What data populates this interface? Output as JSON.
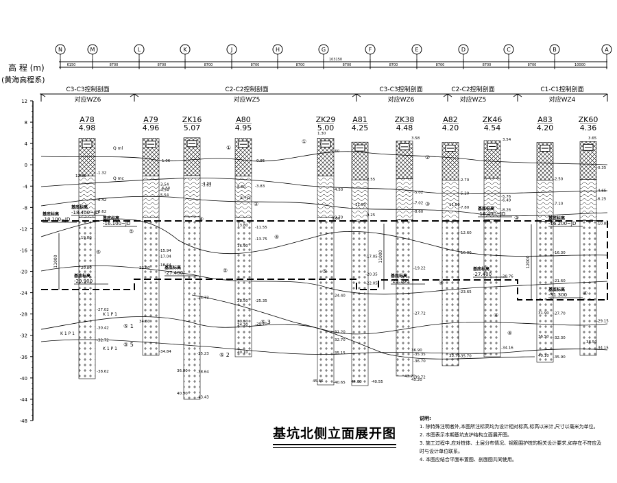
{
  "axis": {
    "title_line1": "高 程 (m)",
    "title_line2": "(黄海高程系)",
    "ticks": [
      "12",
      "8",
      "4",
      "0",
      "-4",
      "-8",
      "-12",
      "-16",
      "-20",
      "-24",
      "-28",
      "-32",
      "-36",
      "-40",
      "-44",
      "-48"
    ],
    "tick_values": [
      12,
      8,
      4,
      0,
      -4,
      -8,
      -12,
      -16,
      -20,
      -24,
      -28,
      -32,
      -36,
      -40,
      -44,
      -48
    ]
  },
  "grid_lines": [
    "N",
    "M",
    "L",
    "K",
    "J",
    "H",
    "G",
    "F",
    "E",
    "D",
    "C",
    "B",
    "A"
  ],
  "dimensions": {
    "total": "103150",
    "segments": [
      "6150",
      "8700",
      "8700",
      "8700",
      "8700",
      "8700",
      "8700",
      "8700",
      "8700",
      "8700",
      "8700",
      "10000"
    ]
  },
  "sections": [
    {
      "name": "C3-C3控制剖面",
      "sub": "对应WZ6"
    },
    {
      "name": "C2-C2控制剖面",
      "sub": "对应WZ5"
    },
    {
      "name": "C3-C3控制剖面",
      "sub": "对应WZ6"
    },
    {
      "name": "C2-C2控制剖面",
      "sub": "对应WZ5"
    },
    {
      "name": "C1-C1控制剖面",
      "sub": "对应WZ4"
    }
  ],
  "boreholes": [
    {
      "id": "A78",
      "elev": "4.98"
    },
    {
      "id": "A79",
      "elev": "4.96"
    },
    {
      "id": "ZK16",
      "elev": "5.07"
    },
    {
      "id": "A80",
      "elev": "4.95"
    },
    {
      "id": "ZK29",
      "elev": "5.00"
    },
    {
      "id": "A81",
      "elev": "4.25"
    },
    {
      "id": "ZK38",
      "elev": "4.48"
    },
    {
      "id": "A82",
      "elev": "4.20"
    },
    {
      "id": "ZK46",
      "elev": "4.54"
    },
    {
      "id": "A83",
      "elev": "4.20"
    },
    {
      "id": "ZK60",
      "elev": "4.36"
    }
  ],
  "pit_labels": [
    {
      "label": "基底标高",
      "value": "-18.100~JD"
    },
    {
      "label": "基底标高",
      "value": "-18.400~JD"
    },
    {
      "label": "基底标高",
      "value": "-16.400~JD"
    },
    {
      "label": "基底标高",
      "value": "-29.900"
    },
    {
      "label": "基底标高",
      "value": "-27.400"
    },
    {
      "label": "基底标高",
      "value": "-29.100"
    },
    {
      "label": "基底标高",
      "value": "-16.100~JD"
    },
    {
      "label": "基底标高",
      "value": "-27.400"
    },
    {
      "label": "基底标高",
      "value": "-16.200~JD"
    },
    {
      "label": "基底标高",
      "value": "-31.300"
    }
  ],
  "depth_dims": [
    "11000",
    "11000",
    "12000"
  ],
  "layer_marks": [
    "①",
    "②",
    "③",
    "④",
    "⑤",
    "⑤ 1",
    "⑤ 2",
    "⑤ 3",
    "⑤ 4",
    "⑤ 5"
  ],
  "layer_codes": [
    "Q ml",
    "Q mc",
    "al+pl",
    "K 1 P 1"
  ],
  "depth_values": [
    "-1.32",
    "-6.42",
    "-8.62",
    "-3.54",
    "-4.54",
    "-5.54",
    "-15.94",
    "-17.04",
    "-18.64",
    "-24.73",
    "-27.02",
    "-30.42",
    "-32.72",
    "-34.84",
    "-35.23",
    "-38.62",
    "-38.64",
    "-43.43",
    "-3.63",
    "-3.33",
    "-3.83",
    "-11.55",
    "-13.75",
    "-25.35",
    "-29.70",
    "-31.20",
    "-32.70",
    "-35.15",
    "-4.50",
    "-9.70",
    "-24.40",
    "-40.65",
    "-2.55",
    "-9.25",
    "-17.05",
    "-20.35",
    "-22.05",
    "-40.55",
    "-5.02",
    "-7.02",
    "-8.60",
    "-19.22",
    "-27.72",
    "-35.35",
    "-36.70",
    "-39.72",
    "-2.70",
    "-5.20",
    "-7.80",
    "-12.60",
    "-16.30",
    "-23.65",
    "-35.70",
    "-6.49",
    "-5.76",
    "-8.26",
    "-20.76",
    "-34.16",
    "-2.50",
    "-7.10",
    "-16.30",
    "-21.60",
    "-27.70",
    "-32.30",
    "-35.90",
    "-0.35",
    "-4.65",
    "-6.25",
    "-10.85",
    "-29.15",
    "-34.15"
  ],
  "boundary_depths": [
    "1.06",
    "0.95",
    "2.60",
    "3.58",
    "3.54",
    "3.65",
    "1.30",
    "6.50",
    "8.80",
    "9.80",
    "11.50",
    "11.80",
    "12.80",
    "13.80",
    "16.90",
    "19.80",
    "20.80",
    "22.80",
    "28.50",
    "34.60",
    "36.80",
    "30.50",
    "40.50",
    "34.30",
    "40.10",
    "45.65",
    "44.00",
    "36.90",
    "43.20",
    "45.20",
    "33.70",
    "36.50",
    "38.50",
    "40.10",
    "31.90"
  ],
  "notes": {
    "heading": "说明:",
    "items": [
      "1.  除特殊注明者外,本图所注标高均为设计相对标高,标高以米计,尺寸以毫米为单位。",
      "2.  本图表示本期基坑支护结构立面展开图。",
      "3.  施工过程中,应对桩体、土层分布情况、钢筋围护桩的相关设计要求,如存在不符应及",
      "     时与设计单位联系。",
      "4.  本图应结合平面布置图、剖面图共同使用。"
    ]
  },
  "drawing_title": "基坑北侧立面展开图"
}
